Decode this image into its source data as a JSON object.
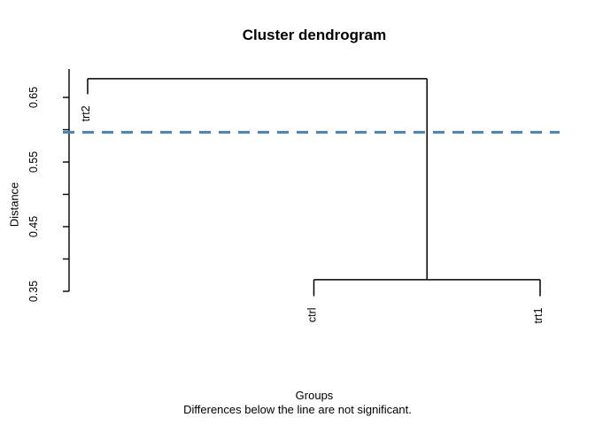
{
  "title": "Cluster dendrogram",
  "axis": {
    "y_label": "Distance",
    "x_label": "Groups",
    "subtitle": "Differences below the line are not significant."
  },
  "colors": {
    "line": "#000000",
    "threshold": "#4682B4",
    "background": "#ffffff",
    "text": "#000000"
  },
  "chart_data": {
    "type": "dendrogram",
    "title": "Cluster dendrogram",
    "xlabel": "Groups",
    "ylabel": "Distance",
    "annotation": "Differences below the line are not significant.",
    "ylim": [
      0.34,
      0.695
    ],
    "y_ticks": [
      0.35,
      0.4,
      0.45,
      0.5,
      0.55,
      0.6,
      0.65
    ],
    "labeled_ticks": [
      "0.35",
      "0.45",
      "0.55",
      "0.65"
    ],
    "labeled_tick_values": [
      0.35,
      0.45,
      0.55,
      0.65
    ],
    "grid": false,
    "legend": false,
    "leaves": [
      {
        "label": "trt2",
        "position": 1,
        "stem_top": 0.679,
        "stem_bottom": 0.655
      },
      {
        "label": "ctrl",
        "position": 2,
        "stem_top": 0.368,
        "stem_bottom": 0.3425
      },
      {
        "label": "trt1",
        "position": 3,
        "stem_top": 0.368,
        "stem_bottom": 0.3425
      }
    ],
    "merges": [
      {
        "members": [
          "ctrl",
          "trt1"
        ],
        "height": 0.368,
        "left_pos": 2,
        "right_pos": 3,
        "center_pos": 2.5
      },
      {
        "members": [
          "trt2",
          "ctrl+trt1"
        ],
        "height": 0.679,
        "left_pos": 1,
        "right_pos": 2.5
      }
    ],
    "segments": [
      {
        "x1": 1,
        "v1": 0.655,
        "x2": 1,
        "v2": 0.679
      },
      {
        "x1": 1,
        "v1": 0.679,
        "x2": 2.5,
        "v2": 0.679
      },
      {
        "x1": 2.5,
        "v1": 0.679,
        "x2": 2.5,
        "v2": 0.368
      },
      {
        "x1": 2,
        "v1": 0.368,
        "x2": 3,
        "v2": 0.368
      },
      {
        "x1": 2,
        "v1": 0.368,
        "x2": 2,
        "v2": 0.3425
      },
      {
        "x1": 3,
        "v1": 0.368,
        "x2": 3,
        "v2": 0.3425
      }
    ],
    "threshold_line": {
      "value": 0.596,
      "color": "#4682B4",
      "style": "dashed",
      "meaning": "significance threshold"
    }
  }
}
